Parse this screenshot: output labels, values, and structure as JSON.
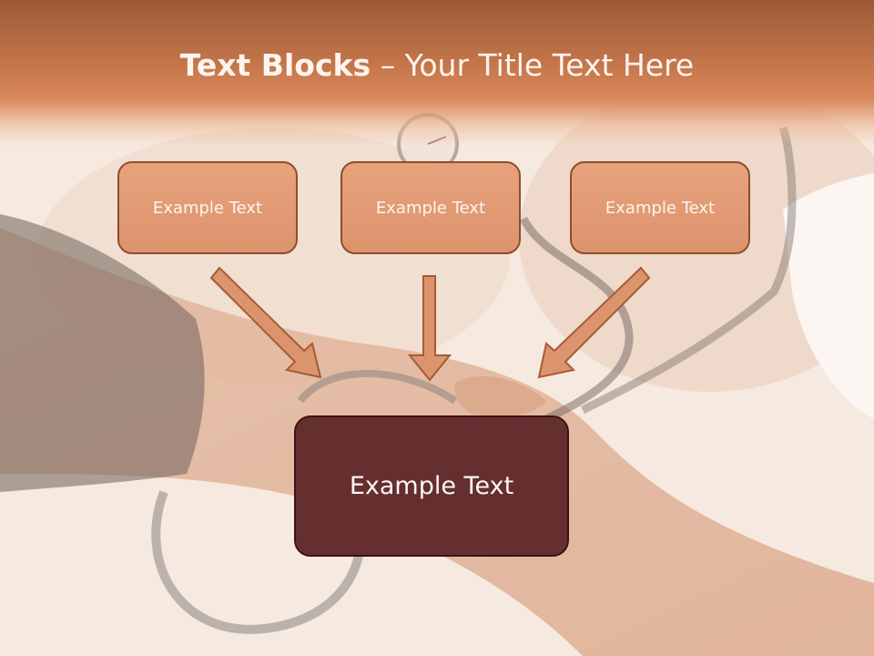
{
  "slide": {
    "title_bold": "Text Blocks",
    "title_separator": " – ",
    "title_rest": "Your Title Text Here"
  },
  "blocks": [
    {
      "label": "Example Text"
    },
    {
      "label": "Example Text"
    },
    {
      "label": "Example Text"
    }
  ],
  "main_block": {
    "label": "Example Text"
  },
  "colors": {
    "header": "#c5764b",
    "block_fill": "#e29c75",
    "block_border": "#8e4d2b",
    "main_fill": "#652f2f",
    "arrow_fill": "#dc946d"
  },
  "icons": {
    "background": "blood-pressure-photo",
    "arrows": "down-arrow-icon"
  }
}
